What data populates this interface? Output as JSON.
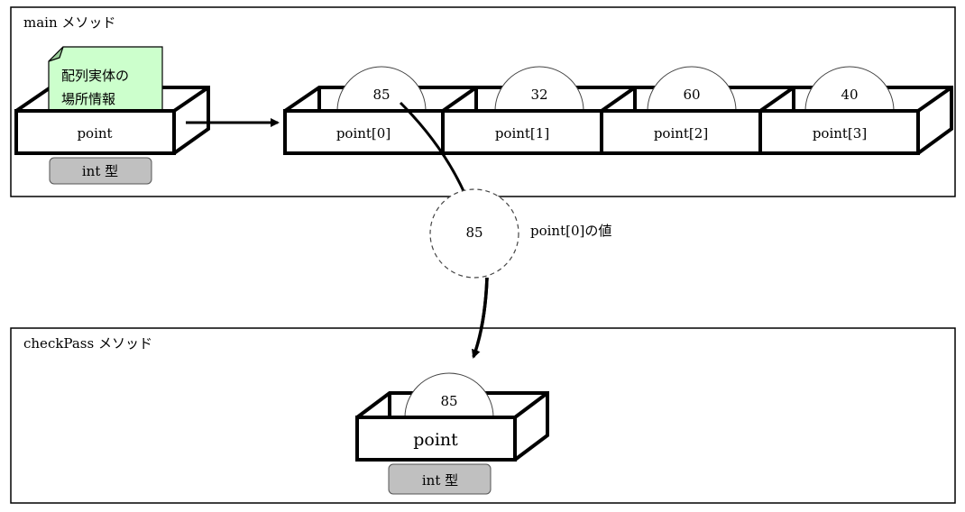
{
  "main_method": {
    "title": "main メソッド",
    "variable": {
      "name": "point",
      "type_badge": "int 型",
      "note_lines": [
        "配列実体の",
        "場所情報"
      ]
    },
    "array": [
      {
        "label": "point[0]",
        "value": "85"
      },
      {
        "label": "point[1]",
        "value": "32"
      },
      {
        "label": "point[2]",
        "value": "60"
      },
      {
        "label": "point[3]",
        "value": "40"
      }
    ]
  },
  "transfer": {
    "value": "85",
    "caption": "point[0]の値"
  },
  "checkpass_method": {
    "title": "checkPass メソッド",
    "variable": {
      "name": "point",
      "value": "85",
      "type_badge": "int 型"
    }
  },
  "colors": {
    "note_fill": "#ccffcc",
    "note_fold": "#99cc99",
    "badge_fill": "#c0c0c0"
  }
}
